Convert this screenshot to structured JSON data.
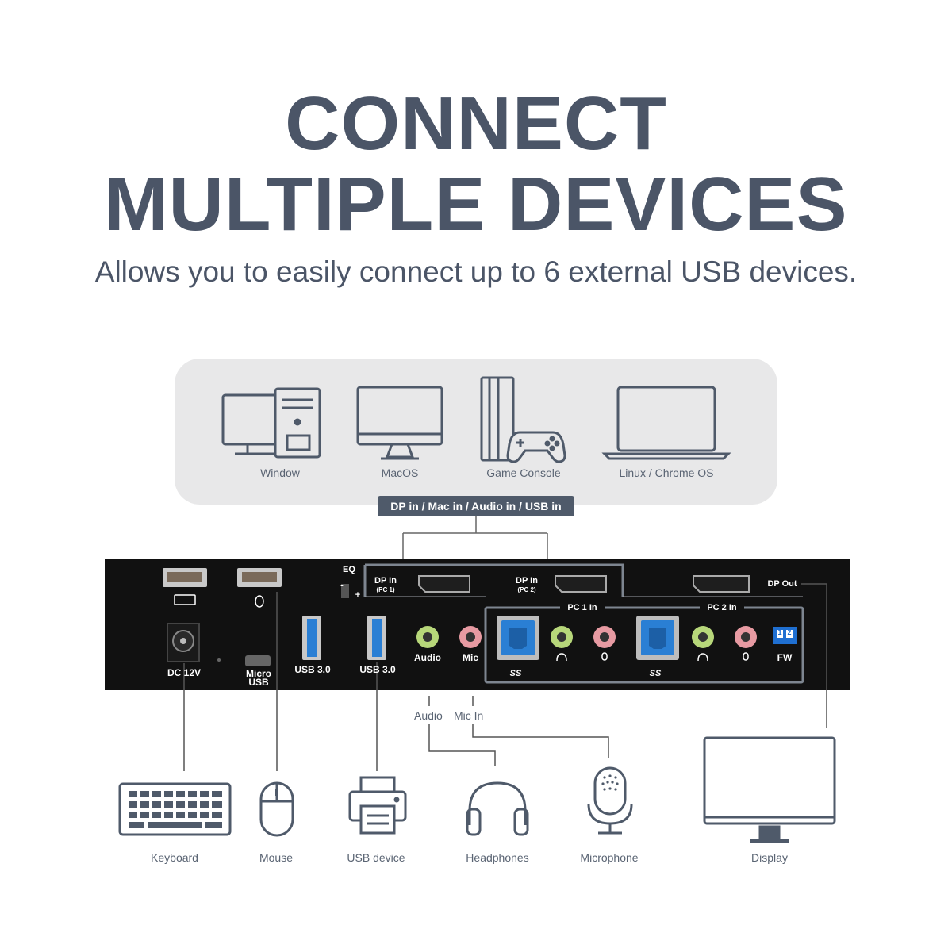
{
  "header": {
    "title_line1": "CONNECT",
    "title_line2": "MULTIPLE DEVICES",
    "subtitle": "Allows you to easily connect up to 6 external USB devices."
  },
  "sources": [
    {
      "label": "Window",
      "icon": "desktop-pc-icon"
    },
    {
      "label": "MacOS",
      "icon": "imac-monitor-icon"
    },
    {
      "label": "Game Console",
      "icon": "game-console-icon"
    },
    {
      "label": "Linux / Chrome OS",
      "icon": "laptop-icon"
    }
  ],
  "input_badge": "DP in / Mac in / Audio in / USB in",
  "panel": {
    "eq_label": "EQ",
    "eq_minus": "-",
    "eq_plus": "+",
    "dp_in_pc1": "DP In",
    "dp_in_pc1_sub": "(PC 1)",
    "dp_in_pc2": "DP In",
    "dp_in_pc2_sub": "(PC 2)",
    "dp_out": "DP Out",
    "pc1_in": "PC 1 In",
    "pc2_in": "PC 2 In",
    "dc": "DC 12V",
    "micro_usb_1": "Micro",
    "micro_usb_2": "USB",
    "usb30_a": "USB 3.0",
    "usb30_b": "USB 3.0",
    "audio": "Audio",
    "mic": "Mic",
    "fw": "FW",
    "dip_1": "1",
    "dip_2": "2",
    "ss_logo_1": "SS",
    "ss_logo_2": "SS"
  },
  "wire_labels": {
    "audio": "Audio",
    "mic_in": "Mic In"
  },
  "peripherals": [
    {
      "label": "Keyboard",
      "icon": "keyboard-icon"
    },
    {
      "label": "Mouse",
      "icon": "mouse-icon"
    },
    {
      "label": "USB device",
      "icon": "printer-icon"
    },
    {
      "label": "Headphones",
      "icon": "headphones-icon"
    },
    {
      "label": "Microphone",
      "icon": "microphone-icon"
    },
    {
      "label": "Display",
      "icon": "display-monitor-icon"
    }
  ],
  "colors": {
    "title": "#4b5567",
    "icon_stroke": "#4f5a6a",
    "panel_bg": "#111111",
    "usb3_blue": "#2a7fd4",
    "audio_green": "#b7d77a",
    "mic_pink": "#e79aa2"
  }
}
